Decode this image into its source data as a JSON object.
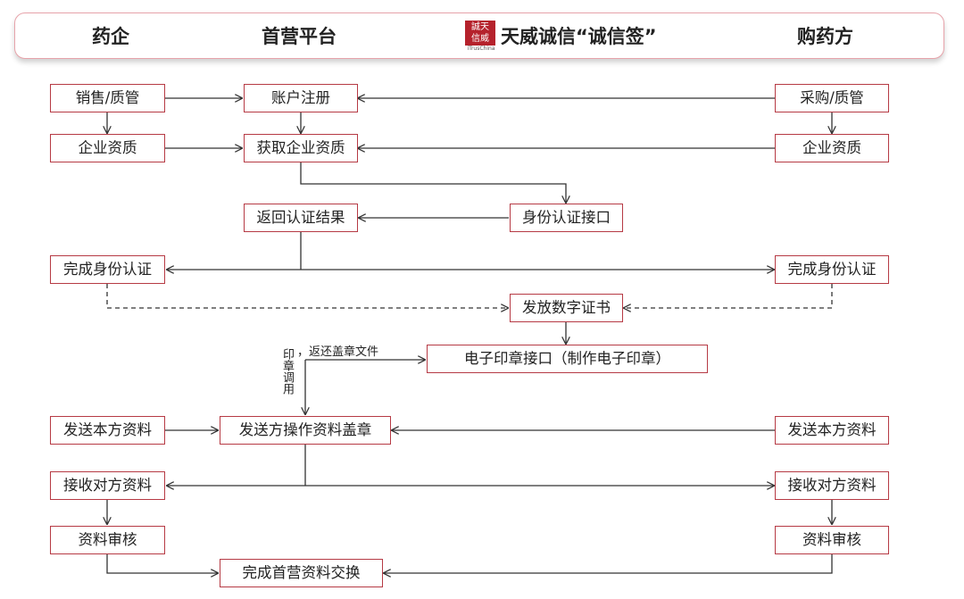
{
  "header": {
    "col1": "药企",
    "col2": "首营平台",
    "logo_top": "誠天",
    "logo_bottom": "信威",
    "logo_sub": "iTrusChina",
    "col3": "天威诚信“诚信签”",
    "col4": "购药方"
  },
  "nodes": {
    "sales_qa": "销售/质管",
    "enterprise_qual_left": "企业资质",
    "account_register": "账户注册",
    "get_enterprise_qual": "获取企业资质",
    "purchase_qa": "采购/质管",
    "enterprise_qual_right": "企业资质",
    "return_auth_result": "返回认证结果",
    "identity_auth_api": "身份认证接口",
    "complete_auth_left": "完成身份认证",
    "complete_auth_right": "完成身份认证",
    "issue_digital_cert": "发放数字证书",
    "e_seal_api": "电子印章接口（制作电子印章）",
    "send_own_docs_left": "发送本方资料",
    "sender_seal_docs": "发送方操作资料盖章",
    "send_own_docs_right": "发送本方资料",
    "receive_docs_left": "接收对方资料",
    "receive_docs_right": "接收对方资料",
    "review_left": "资料审核",
    "review_right": "资料审核",
    "complete_exchange": "完成首营资料交换"
  },
  "labels": {
    "return_seal_file": "，返还盖章文件",
    "seal_call": "印章调用"
  },
  "colors": {
    "node_border": "#b63a44",
    "header_border": "#e7a3aa",
    "line": "#333333",
    "logo_red": "#b5222c"
  }
}
